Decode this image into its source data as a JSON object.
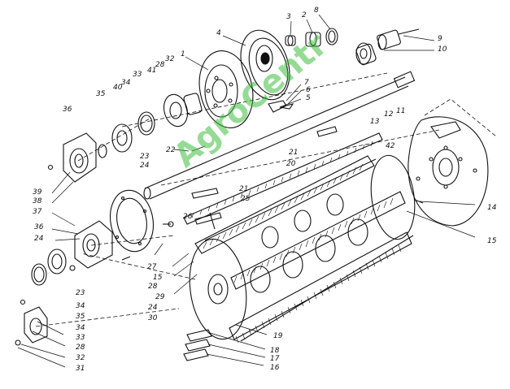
{
  "watermark": "AgroCentr",
  "accent_color": "#3fbf3f",
  "callouts": {
    "c3": "3",
    "c2": "2",
    "c8": "8",
    "c9": "9",
    "c10": "10",
    "c4": "4",
    "c1": "1",
    "c32a": "32",
    "c28a": "28",
    "c41": "41",
    "c33a": "33",
    "c34a": "34",
    "c40": "40",
    "c35a": "35",
    "c36a": "36",
    "c7": "7",
    "c6": "6",
    "c5": "5",
    "c13": "13",
    "c12": "12",
    "c11": "11",
    "c42": "42",
    "c22": "22",
    "c23a": "23",
    "c24a": "24",
    "c39": "39",
    "c38": "38",
    "c37": "37",
    "c36b": "36",
    "c24b": "24",
    "c21a": "21",
    "c20": "20",
    "c21b": "21",
    "c25": "25",
    "c26": "26",
    "c14": "14",
    "c15a": "15",
    "c27": "27",
    "c15b": "15",
    "c23b": "23",
    "c34b": "34",
    "c35b": "35",
    "c34c": "34",
    "c28b": "28",
    "c29": "29",
    "c24c": "24",
    "c30": "30",
    "c33b": "33",
    "c28c": "28",
    "c32b": "32",
    "c31": "31",
    "c19": "19",
    "c18": "18",
    "c17": "17",
    "c16": "16"
  }
}
